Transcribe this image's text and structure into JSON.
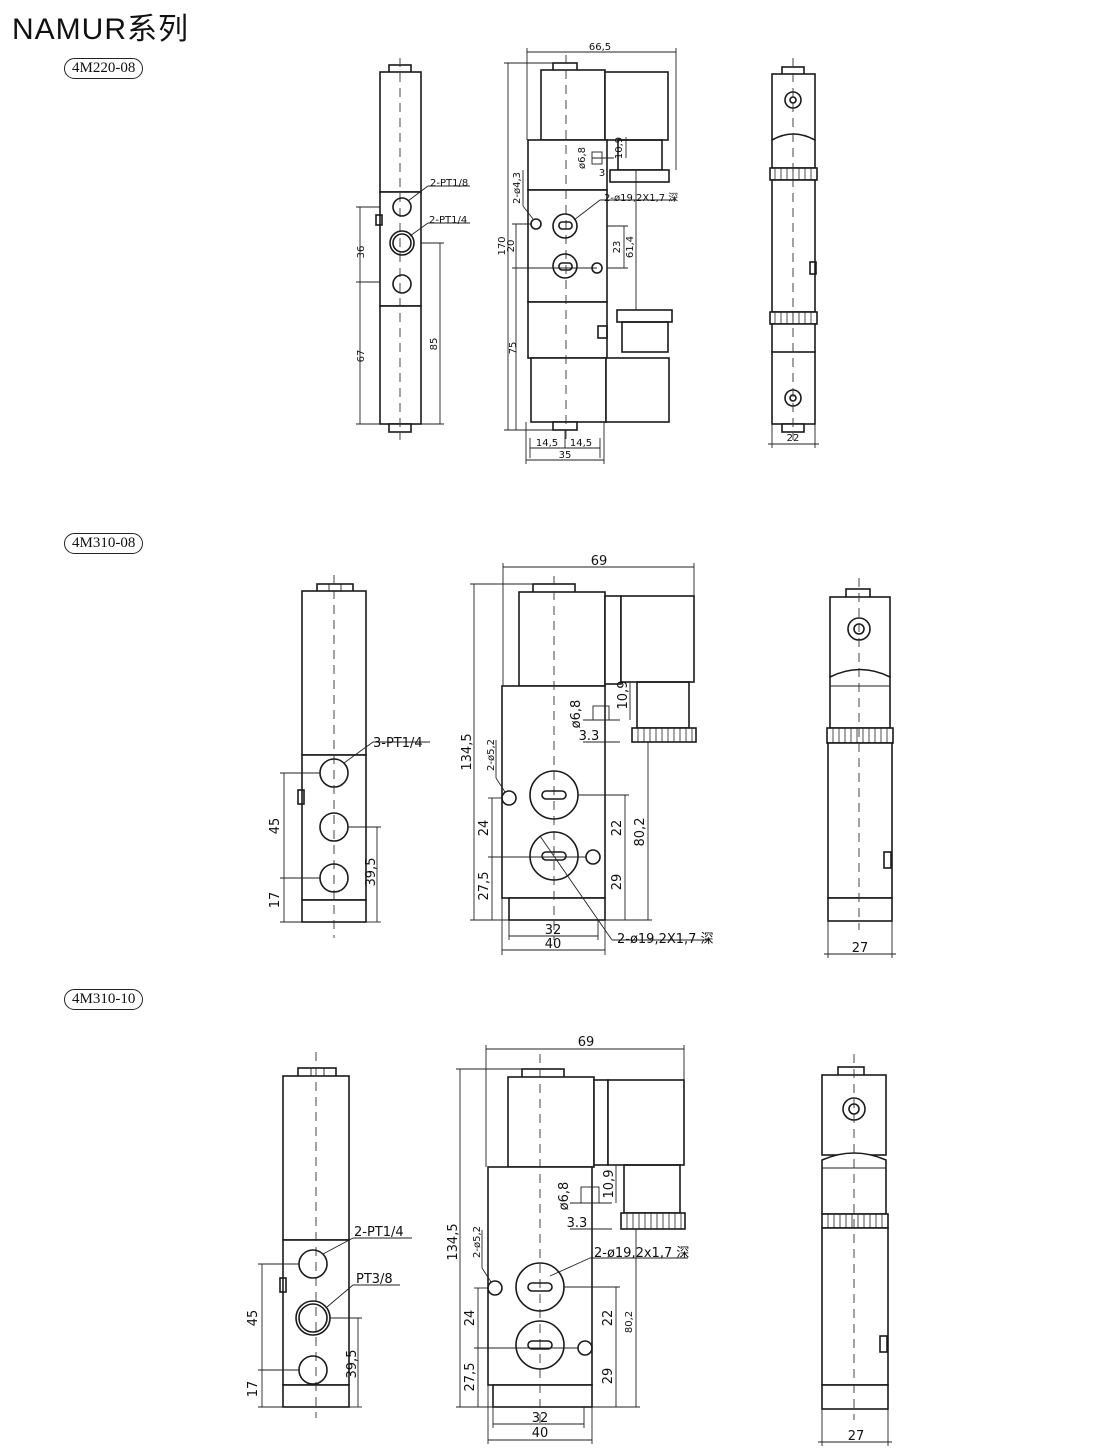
{
  "title": "NAMUR系列",
  "sections": [
    {
      "model": "4M220-08",
      "front": {
        "ports_top": "2-PT1/8",
        "ports_mid": "2-PT1/4",
        "d_36": "36",
        "d_67": "67",
        "d_85": "85"
      },
      "side": {
        "d_width": "66,5",
        "d_height": "170",
        "d_20": "20",
        "d_75": "75",
        "d_d68": "ø6,8",
        "d_109": "10,9",
        "d_3": "3",
        "d_holes": "2-ø4,3",
        "d_recess": "2-ø19,2X1,7 深",
        "d_23": "23",
        "d_614": "61,4",
        "d_145a": "14,5",
        "d_145b": "14,5",
        "d_35": "35"
      },
      "end": {
        "d_22": "22"
      }
    },
    {
      "model": "4M310-08",
      "front": {
        "ports": "3-PT1/4",
        "d_45": "45",
        "d_17": "17",
        "d_395": "39,5"
      },
      "side": {
        "d_width": "69",
        "d_height": "134,5",
        "d_holes": "2-ø5,2",
        "d_d68": "ø6,8",
        "d_109": "10,9",
        "d_33": "3.3",
        "d_24": "24",
        "d_275": "27,5",
        "d_22": "22",
        "d_29": "29",
        "d_802": "80,2",
        "d_32": "32",
        "d_40": "40",
        "d_recess": "2-ø19,2X1,7 深"
      },
      "end": {
        "d_27": "27"
      }
    },
    {
      "model": "4M310-10",
      "front": {
        "ports_top": "2-PT1/4",
        "ports_mid": "PT3/8",
        "d_45": "45",
        "d_17": "17",
        "d_395": "39,5"
      },
      "side": {
        "d_width": "69",
        "d_height": "134,5",
        "d_holes": "2-ø5,2",
        "d_d68": "ø6,8",
        "d_109": "10,9",
        "d_33": "3.3",
        "d_recess": "2-ø19,2x1,7 深",
        "d_24": "24",
        "d_275": "27,5",
        "d_22": "22",
        "d_29": "29",
        "d_802": "80,2",
        "d_32": "32",
        "d_40": "40"
      },
      "end": {
        "d_27": "27"
      }
    }
  ]
}
